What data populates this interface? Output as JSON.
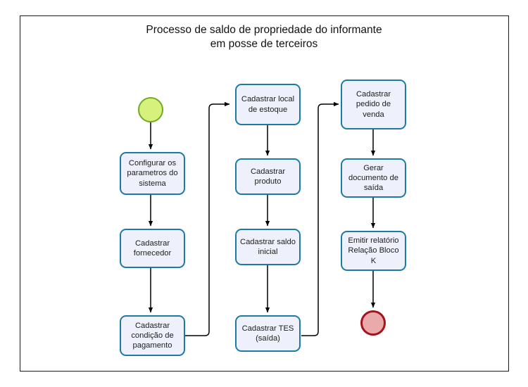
{
  "diagram": {
    "title": "Processo de saldo de propriedade do informante\nem posse de terceiros",
    "frame_border_color": "#1a1a1a",
    "task_border_color": "#1d7ba3",
    "task_fill_color": "#eef1fc",
    "edge_color": "#000000",
    "start_event": {
      "name": "start-event",
      "label": "",
      "fill_color": "#d7f27c",
      "border_color": "#6fab24"
    },
    "end_event": {
      "name": "end-event",
      "label": "",
      "fill_color": "#eaa9ab",
      "border_color": "#a3151d"
    },
    "columns": [
      {
        "name": "column-1",
        "nodes": [
          {
            "id": "configurar-parametros",
            "label": "Configurar os\nparametros do\nsistema"
          },
          {
            "id": "cadastrar-fornecedor",
            "label": "Cadastrar\nfornecedor"
          },
          {
            "id": "cadastrar-condicao-pagamento",
            "label": "Cadastrar\ncondição de\npagamento"
          }
        ]
      },
      {
        "name": "column-2",
        "nodes": [
          {
            "id": "cadastrar-local-estoque",
            "label": "Cadastrar local\nde estoque"
          },
          {
            "id": "cadastrar-produto",
            "label": "Cadastrar\nproduto"
          },
          {
            "id": "cadastrar-saldo-inicial",
            "label": "Cadastrar saldo\ninicial"
          },
          {
            "id": "cadastrar-tes-saida",
            "label": "Cadastrar TES\n(saída)"
          }
        ]
      },
      {
        "name": "column-3",
        "nodes": [
          {
            "id": "cadastrar-pedido-venda",
            "label": "Cadastrar\npedido de\nvenda"
          },
          {
            "id": "gerar-documento-saida",
            "label": "Gerar\ndocumento de\nsaída"
          },
          {
            "id": "emitir-relatorio-bloco-k",
            "label": "Emitir relatório\nRelação Bloco\nK"
          }
        ]
      }
    ]
  }
}
